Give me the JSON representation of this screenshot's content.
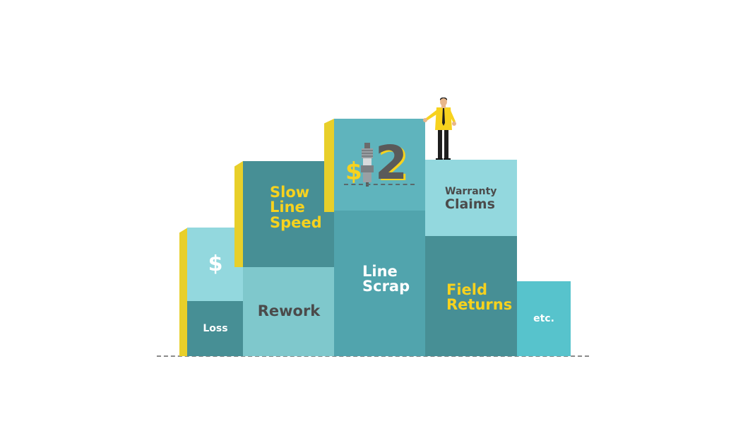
{
  "colors": {
    "yellow": "#f7d21e",
    "yellow_side": "#d9b914",
    "teal_dark": "#478f95",
    "teal_mid": "#51a4ad",
    "teal_light": "#7fc8cc",
    "teal_pale": "#93d8de",
    "teal_bright": "#57c3cc"
  },
  "blocks": {
    "dollar_small": {
      "text": "$"
    },
    "loss": {
      "text": "Loss"
    },
    "slow_line_speed": {
      "line1": "Slow",
      "line2": "Line",
      "line3": "Speed"
    },
    "rework": {
      "text": "Rework"
    },
    "top_cost": {
      "currency": "$",
      "amount": "2"
    },
    "line_scrap": {
      "line1": "Line",
      "line2": "Scrap"
    },
    "warranty_claims": {
      "line1": "Warranty",
      "line2": "Claims"
    },
    "field_returns": {
      "line1": "Field",
      "line2": "Returns"
    },
    "etc": {
      "text": "etc."
    }
  },
  "icons": {
    "figure": "businessman-icon",
    "spark_plug": "spark-plug-icon"
  }
}
